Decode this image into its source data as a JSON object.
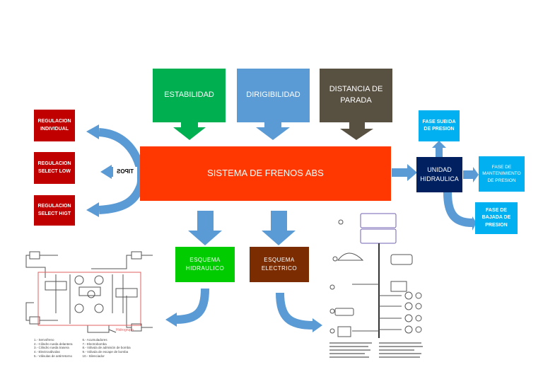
{
  "title": "SISTEMA DE FRENOS ABS",
  "colors": {
    "center": "#ff3700",
    "estabilidad": "#00b050",
    "dirigibilidad": "#5b9bd5",
    "distancia": "#585041",
    "regulacion": "#c00000",
    "unidad": "#002060",
    "fase": "#00b0f0",
    "esquema_hidraulico": "#00cc00",
    "esquema_electrico": "#7b2c00",
    "arrow": "#5b9bd5"
  },
  "top_boxes": [
    {
      "label": "ESTABILIDAD"
    },
    {
      "label": "DIRIGIBILIDAD"
    },
    {
      "label": "DISTANCIA DE PARADA"
    }
  ],
  "tipos_label": "TIPOS",
  "regulacion": [
    {
      "label": "REGULACION INDIVIDUAL"
    },
    {
      "label": "REGULACION SELECT LOW"
    },
    {
      "label": "REGULACION SELECT HIGT"
    }
  ],
  "unidad": {
    "label": "UNIDAD HIDRAULICA"
  },
  "fases": [
    {
      "label": "FASE SUBIDA DE PRESION"
    },
    {
      "label": "FASE DE MANTENIMIENTO DE PRESION"
    },
    {
      "label": "FASE DE BAJADA DE PRESION"
    }
  ],
  "esquemas": [
    {
      "label": "ESQUEMA HIDRAULICO"
    },
    {
      "label": "ESQUEMA ELECTRICO"
    }
  ],
  "hydraulic_schematic": {
    "legend_left": [
      "1.- Servofreno",
      "2.- Cilindro rueda delantera",
      "3.- Cilindro rueda trasera",
      "4.- Electroválvulas",
      "5.- Válvulas de antirretorno"
    ],
    "legend_right": [
      "6.- Acumuladores",
      "7.- Electrobomba",
      "8.- Válvula de admisión de bomba",
      "9.- Válvula de escape de bomba",
      "10.- Silenciador"
    ],
    "group_label": "Hidrogrupo"
  }
}
